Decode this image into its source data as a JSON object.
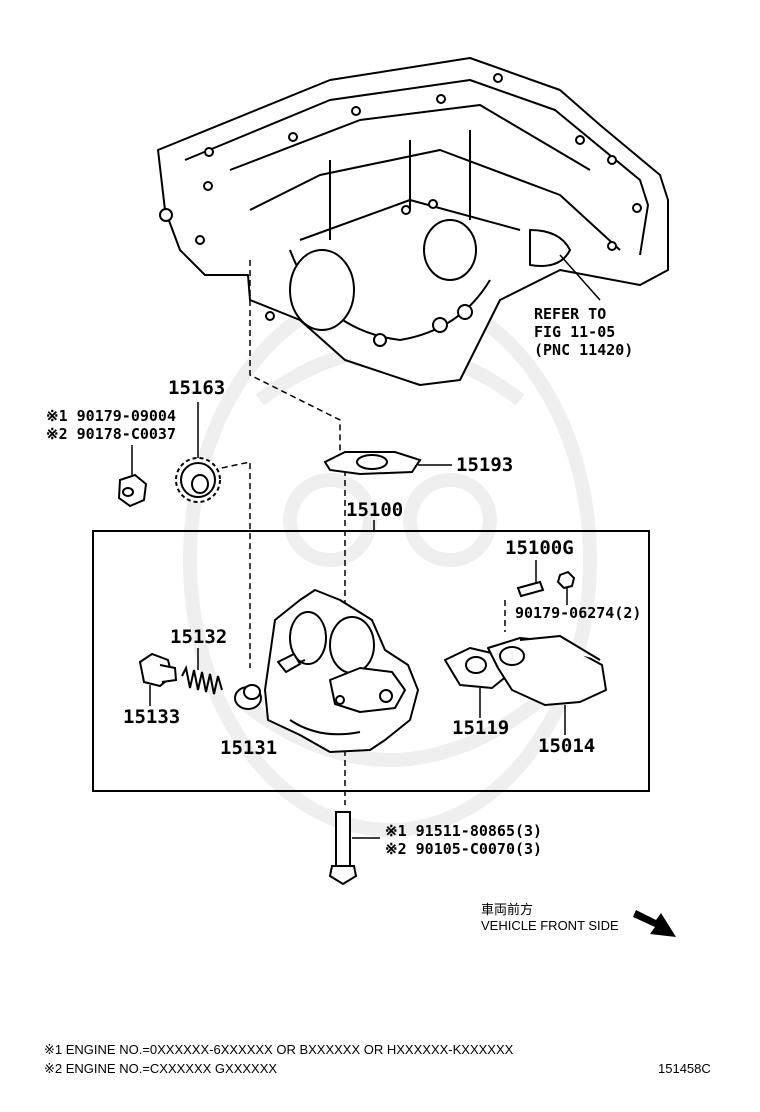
{
  "parts": {
    "p15163": "15163",
    "p15193": "15193",
    "p15100": "15100",
    "p15100g": "15100G",
    "p15132": "15132",
    "p15133": "15133",
    "p15131": "15131",
    "p15119": "15119",
    "p15014": "15014",
    "bolt_6274": "90179-06274(2)"
  },
  "alt_parts": {
    "nut_line1": "※1 90179-09004",
    "nut_line2": "※2 90178-C0037",
    "bolt_line1": "※1 91511-80865(3)",
    "bolt_line2": "※2 90105-C0070(3)"
  },
  "refer": {
    "line1": "REFER TO",
    "line2": "FIG 11-05",
    "line3": "(PNC 11420)"
  },
  "front": {
    "jp": "車両前方",
    "en": "VEHICLE FRONT SIDE"
  },
  "footnotes": {
    "note1": "※1 ENGINE NO.=0XXXXXX-6XXXXXX OR BXXXXXX OR HXXXXXX-KXXXXXX",
    "note2": "※2 ENGINE NO.=CXXXXXX  GXXXXXX",
    "figure_id": "151458C"
  },
  "colors": {
    "line": "#000000",
    "watermark": "#eeeeee",
    "background": "#ffffff"
  }
}
